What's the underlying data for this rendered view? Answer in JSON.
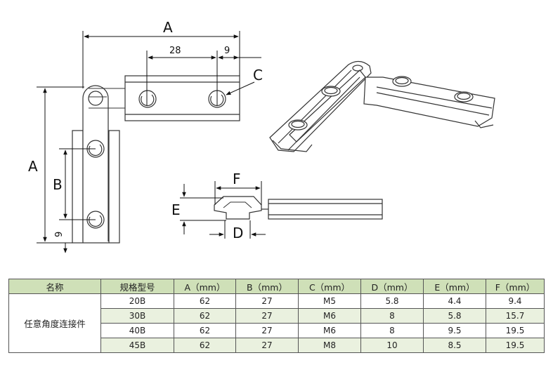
{
  "drawing": {
    "front_view": {
      "dim_total_width": "A",
      "dim_hole_spacing": "28",
      "dim_hole_edge": "9",
      "dim_hole": "C",
      "dim_total_height": "A",
      "dim_hole_spacing_vertical": "B",
      "dim_hole_edge_vertical": "9"
    },
    "profile_view": {
      "dim_top_width": "F",
      "dim_height": "E",
      "dim_bottom_width": "D"
    }
  },
  "table": {
    "headers": [
      "名称",
      "规格型号",
      "A（mm）",
      "B（mm）",
      "C（mm）",
      "D（mm）",
      "E（mm）",
      "F（mm）"
    ],
    "product_name": "任意角度连接件",
    "rows": [
      [
        "20B",
        "62",
        "27",
        "M5",
        "5.8",
        "4.4",
        "9.4"
      ],
      [
        "30B",
        "62",
        "27",
        "M6",
        "8",
        "5.8",
        "15.7"
      ],
      [
        "40B",
        "62",
        "27",
        "M6",
        "8",
        "9.5",
        "19.5"
      ],
      [
        "45B",
        "62",
        "27",
        "M8",
        "10",
        "8.5",
        "19.5"
      ]
    ]
  },
  "colors": {
    "header_bg": "#cfe0b8",
    "stripe_bg": "#eaf1df",
    "line": "#333333"
  }
}
